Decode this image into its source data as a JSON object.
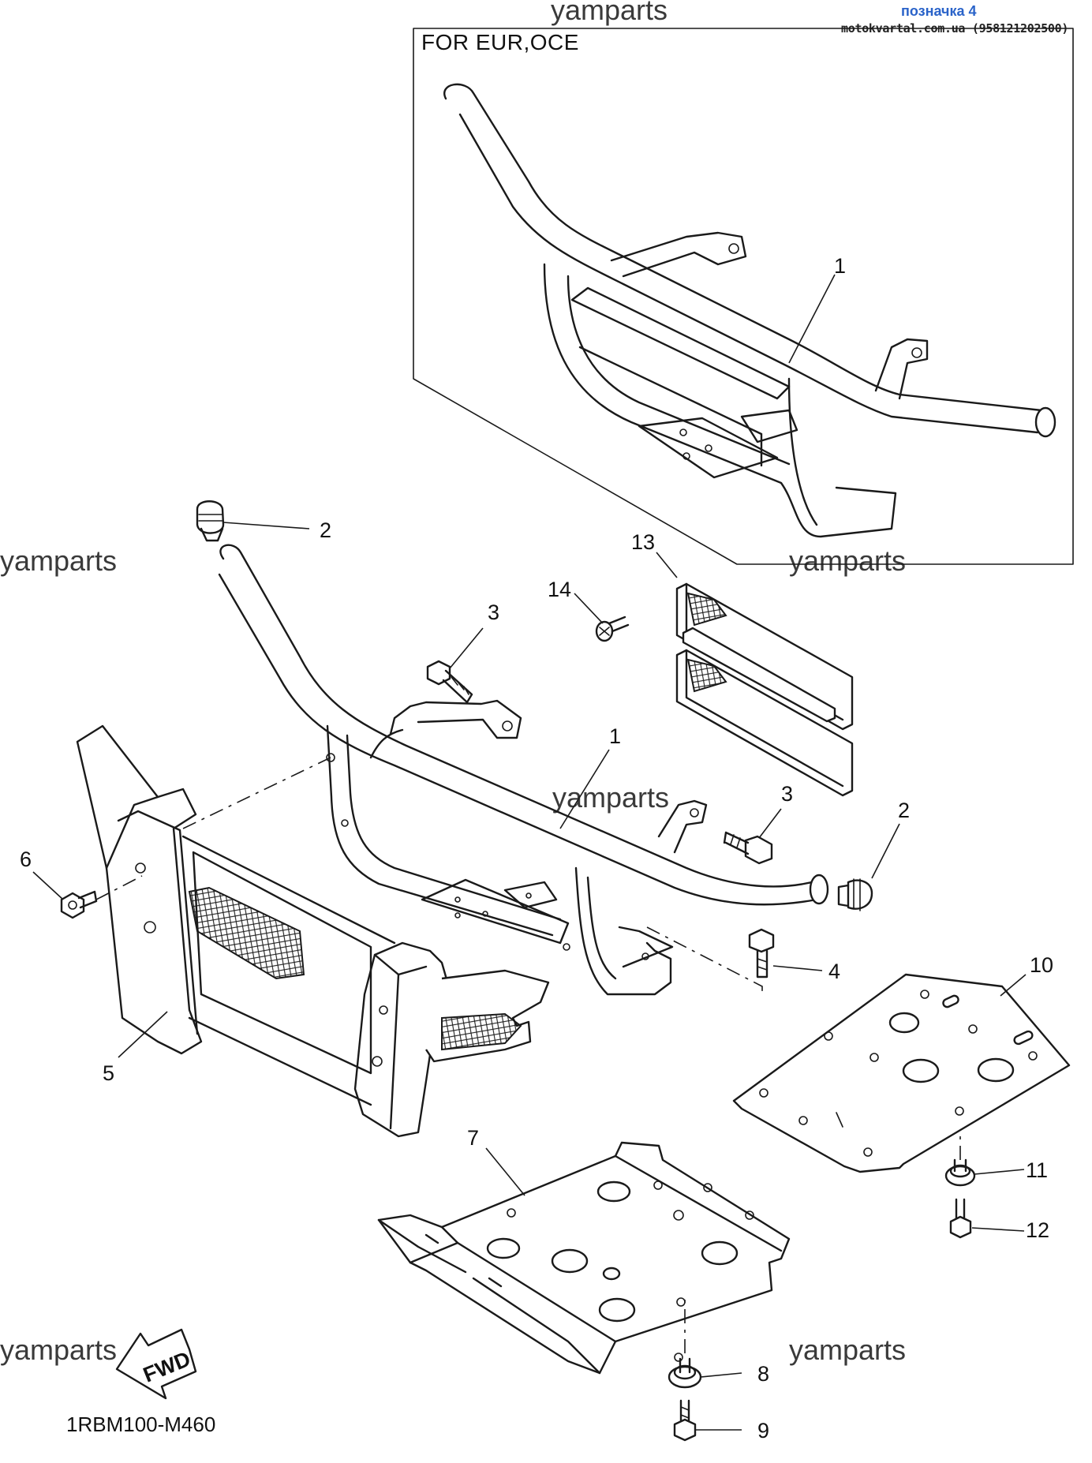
{
  "header": {
    "title": "позначка 4",
    "source": "motokvartal.com.ua (958121202500)"
  },
  "watermark_text": "yamparts",
  "variant_box_label": "FOR EUR,OCE",
  "diagram_code": "1RBM100-M460",
  "fwd_label": "FWD",
  "callouts": {
    "box_1": "1",
    "cap_2_top": "2",
    "bolt_3_upper": "3",
    "grille_13": "13",
    "screw_14": "14",
    "bumper_1": "1",
    "bolt_3_lower": "3",
    "cap_2_right": "2",
    "bolt_6": "6",
    "bolt_4": "4",
    "guard_10": "10",
    "guard_5": "5",
    "plate_7": "7",
    "damper_11": "11",
    "bolt_12": "12",
    "damper_8": "8",
    "bolt_9": "9"
  },
  "colors": {
    "header_title": "#2a63c9",
    "line": "#1a1a1a",
    "watermark": "#3a3a3a"
  }
}
